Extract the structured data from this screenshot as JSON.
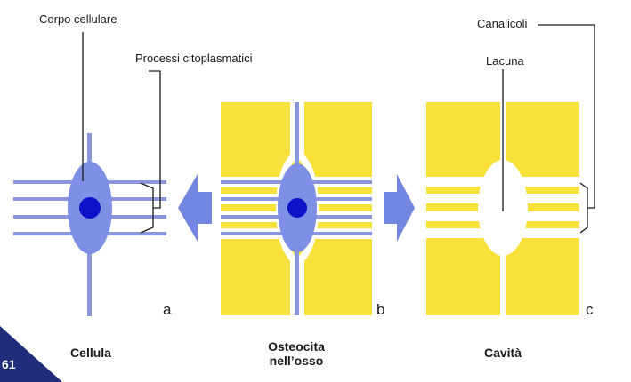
{
  "labels": {
    "cell_body": "Corpo cellulare",
    "cytoplasmic_processes": "Processi citoplasmatici",
    "canaliculi": "Canalicoli",
    "lacuna": "Lacuna"
  },
  "panels": [
    {
      "letter": "a",
      "caption": "Cellula"
    },
    {
      "letter": "b",
      "caption": "Osteocita nell’osso"
    },
    {
      "letter": "c",
      "caption": "Cavità"
    }
  ],
  "page_number": "61",
  "colors": {
    "bone": "#f7e13a",
    "cell": "#7f8fe6",
    "process": "#8b97dd",
    "nucleus": "#0f12c9",
    "arrow": "#7386e1",
    "page_badge": "#1f2d7a",
    "leader": "#1a1a1a"
  }
}
